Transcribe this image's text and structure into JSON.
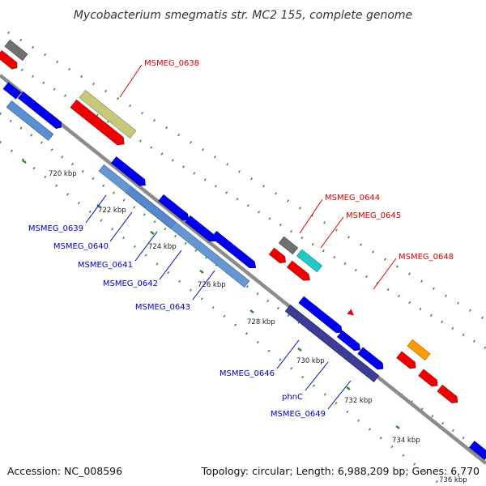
{
  "title": "Mycobacterium smegmatis str. MC2 155, complete genome",
  "footer": {
    "accession": "Accession: NC_008596",
    "summary": "Topology: circular; Length: 6,988,209 bp; Genes: 6,770"
  },
  "ticks": [
    "720 kbp",
    "722 kbp",
    "724 kbp",
    "726 kbp",
    "728 kbp",
    "730 kbp",
    "732 kbp",
    "734 kbp",
    "736 kbp"
  ],
  "forward_labels": [
    "MSMEG_0638",
    "MSMEG_0644",
    "MSMEG_0645",
    "MSMEG_0648"
  ],
  "reverse_labels": [
    "MSMEG_0639",
    "MSMEG_0640",
    "MSMEG_0641",
    "MSMEG_0642",
    "MSMEG_0643",
    "MSMEG_0646",
    "phnC",
    "MSMEG_0649"
  ],
  "colors": {
    "backbone": "#8c8c8c",
    "forward_label": "#dd0000",
    "reverse_label": "#0000cc",
    "tick": "#2e8b2e",
    "red_gene": "#ee0000",
    "blue_gene": "#0000ee",
    "steel_gene": "#5a8fd0",
    "purple_gene": "#3c3c96",
    "gray_gene": "#707070",
    "olive_gene": "#c8c87a",
    "cyan_gene": "#22c8c8",
    "orange_gene": "#ff9a00"
  }
}
